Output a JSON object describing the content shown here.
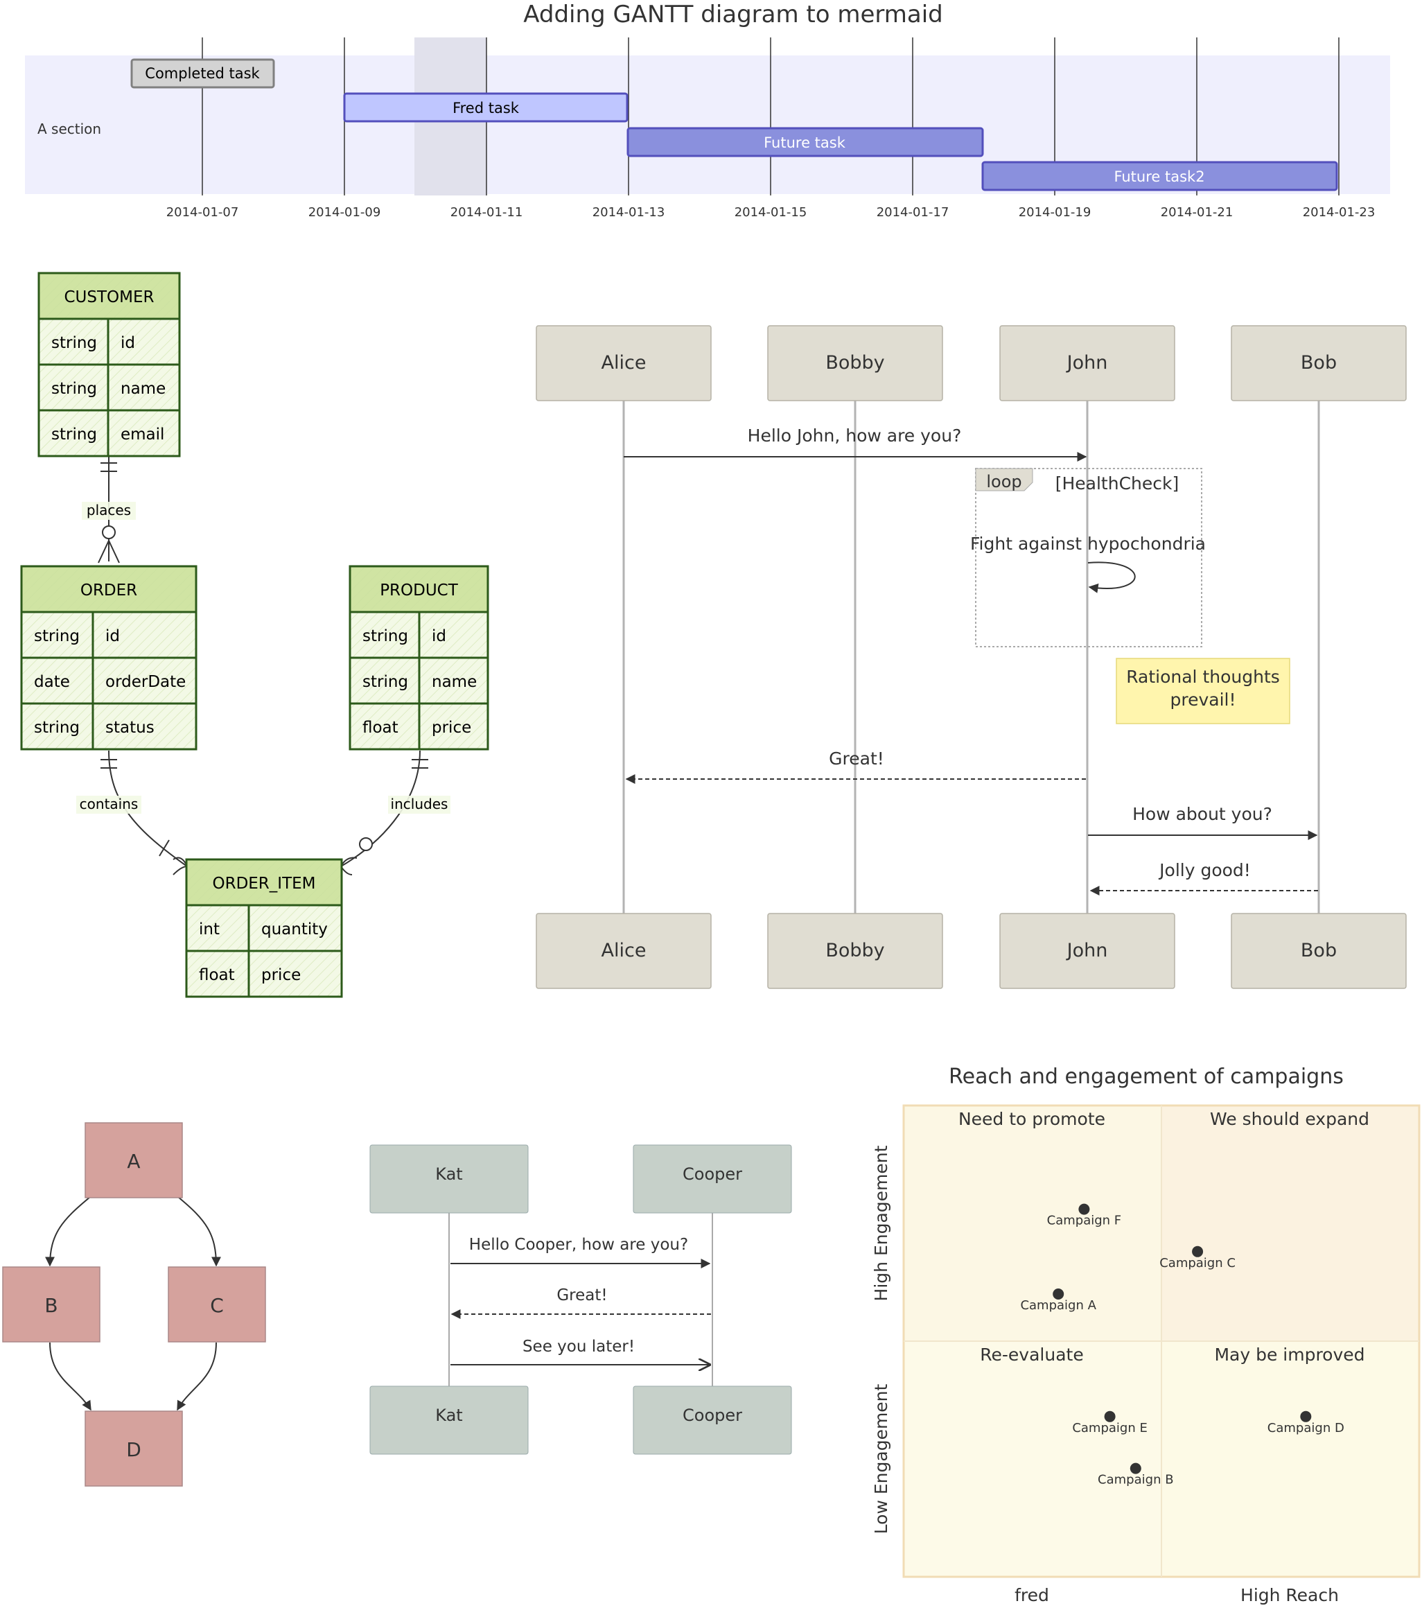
{
  "gantt": {
    "title": "Adding GANTT diagram to mermaid",
    "section": "A section",
    "ticks": [
      "2014-01-07",
      "2014-01-09",
      "2014-01-11",
      "2014-01-13",
      "2014-01-15",
      "2014-01-17",
      "2014-01-19",
      "2014-01-21",
      "2014-01-23"
    ],
    "tasks": [
      {
        "label": "Completed task",
        "status": "done"
      },
      {
        "label": "Fred task",
        "status": "active"
      },
      {
        "label": "Future task",
        "status": "future"
      },
      {
        "label": "Future task2",
        "status": "future"
      }
    ],
    "colors": {
      "section_bg": "#efeffd",
      "done": "#d3d3d3",
      "active": "#bfc6ff",
      "future": "#8a90dd",
      "today": "#e1e1ec"
    }
  },
  "er": {
    "entities": {
      "customer": {
        "name": "CUSTOMER",
        "attrs": [
          [
            "string",
            "id"
          ],
          [
            "string",
            "name"
          ],
          [
            "string",
            "email"
          ]
        ]
      },
      "order": {
        "name": "ORDER",
        "attrs": [
          [
            "string",
            "id"
          ],
          [
            "date",
            "orderDate"
          ],
          [
            "string",
            "status"
          ]
        ]
      },
      "product": {
        "name": "PRODUCT",
        "attrs": [
          [
            "string",
            "id"
          ],
          [
            "string",
            "name"
          ],
          [
            "float",
            "price"
          ]
        ]
      },
      "order_item": {
        "name": "ORDER_ITEM",
        "attrs": [
          [
            "int",
            "quantity"
          ],
          [
            "float",
            "price"
          ]
        ]
      }
    },
    "relations": {
      "places": "places",
      "contains": "contains",
      "includes": "includes"
    },
    "colors": {
      "header": "#d0e4a3",
      "body": "#f3f9e6",
      "border": "#2c5a1a"
    }
  },
  "seq1": {
    "actors": [
      "Alice",
      "Bobby",
      "John",
      "Bob"
    ],
    "messages": {
      "m1": "Hello John, how are you?",
      "self": "Fight against hypochondria",
      "m2": "Great!",
      "m3": "How about you?",
      "m4": "Jolly good!"
    },
    "loop": {
      "keyword": "loop",
      "label": "[HealthCheck]"
    },
    "note": {
      "line1": "Rational thoughts",
      "line2": "prevail!"
    }
  },
  "flow": {
    "nodes": {
      "a": "A",
      "b": "B",
      "c": "C",
      "d": "D"
    },
    "color": "#d5a29d"
  },
  "seq2": {
    "actors": [
      "Kat",
      "Cooper"
    ],
    "messages": [
      "Hello Cooper, how are you?",
      "Great!",
      "See you later!"
    ]
  },
  "quadrant": {
    "title": "Reach and engagement of campaigns",
    "quadrants": {
      "q1": "We should expand",
      "q2": "Need to promote",
      "q3": "Re-evaluate",
      "q4": "May be improved"
    },
    "x_axis": {
      "left": "fred",
      "right": "High Reach"
    },
    "y_axis": {
      "bottom": "Low Engagement",
      "top": "High Engagement"
    },
    "chart_data": {
      "type": "scatter",
      "title": "Reach and engagement of campaigns",
      "xlim": [
        0,
        1
      ],
      "ylim": [
        0,
        1
      ],
      "points": [
        {
          "name": "Campaign A",
          "x": 0.3,
          "y": 0.6
        },
        {
          "name": "Campaign B",
          "x": 0.45,
          "y": 0.23
        },
        {
          "name": "Campaign C",
          "x": 0.57,
          "y": 0.69
        },
        {
          "name": "Campaign D",
          "x": 0.78,
          "y": 0.34
        },
        {
          "name": "Campaign E",
          "x": 0.4,
          "y": 0.34
        },
        {
          "name": "Campaign F",
          "x": 0.35,
          "y": 0.78
        }
      ]
    }
  }
}
